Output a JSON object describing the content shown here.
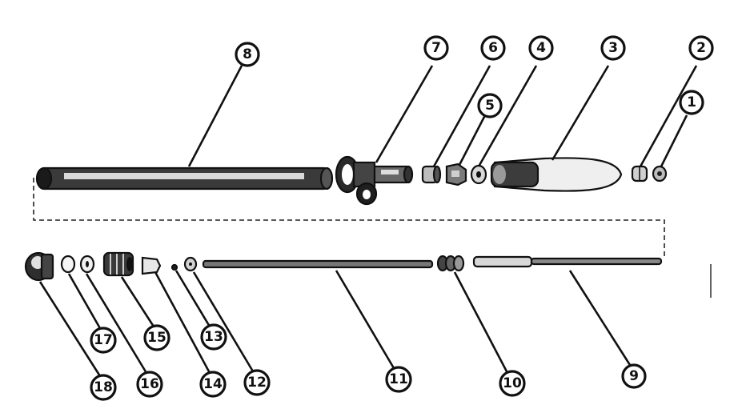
{
  "callouts": [
    {
      "number": "1"
    },
    {
      "number": "2"
    },
    {
      "number": "3"
    },
    {
      "number": "4"
    },
    {
      "number": "5"
    },
    {
      "number": "6"
    },
    {
      "number": "7"
    },
    {
      "number": "8"
    },
    {
      "number": "9"
    },
    {
      "number": "10"
    },
    {
      "number": "11"
    },
    {
      "number": "12"
    },
    {
      "number": "13"
    },
    {
      "number": "14"
    },
    {
      "number": "15"
    },
    {
      "number": "16"
    },
    {
      "number": "17"
    },
    {
      "number": "18"
    }
  ],
  "colors": {
    "ink": "#111111",
    "paper": "#ffffff"
  }
}
